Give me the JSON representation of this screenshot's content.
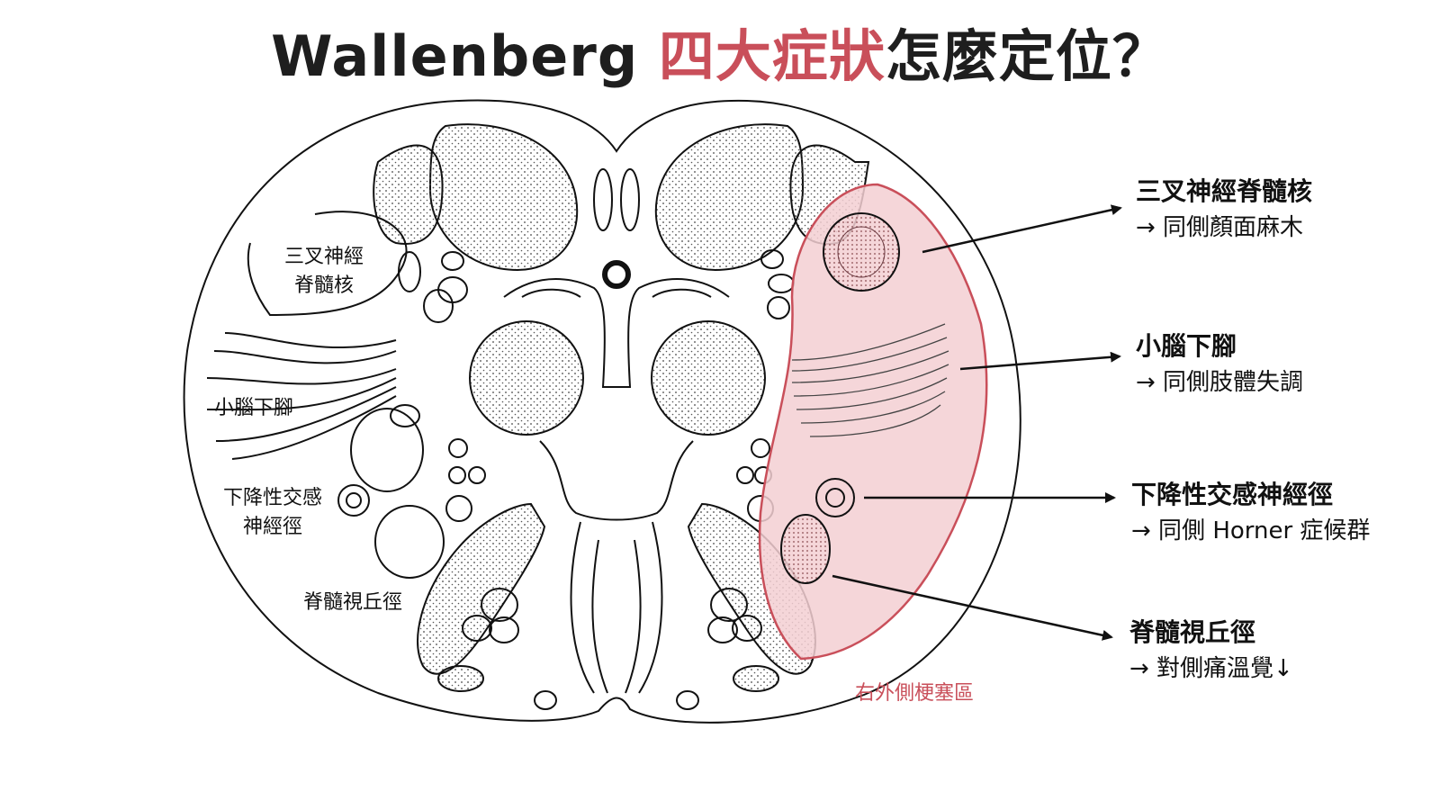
{
  "title": {
    "part1": "Wallenberg ",
    "highlight": "四大症狀",
    "part2": "怎麼定位？"
  },
  "left_labels": {
    "trigeminal": [
      "三叉神經",
      "脊髓核"
    ],
    "cerebellar": "小腦下腳",
    "sympathetic": [
      "下降性交感",
      "神經徑"
    ],
    "spinothalamic": "脊髓視丘徑"
  },
  "right_labels": [
    {
      "name": "三叉神經脊髓核",
      "effect": "→ 同側顏面麻木"
    },
    {
      "name": "小腦下腳",
      "effect": "→ 同側肢體失調"
    },
    {
      "name": "下降性交感神經徑",
      "effect": "→ 同側 Horner 症候群"
    },
    {
      "name": "脊髓視丘徑",
      "effect": "→ 對側痛溫覺↓"
    }
  ],
  "infarct_label": "右外側梗塞區",
  "colors": {
    "accent": "#c94f5a",
    "infarct_fill": "#f3cfd2",
    "ink": "#111111"
  }
}
